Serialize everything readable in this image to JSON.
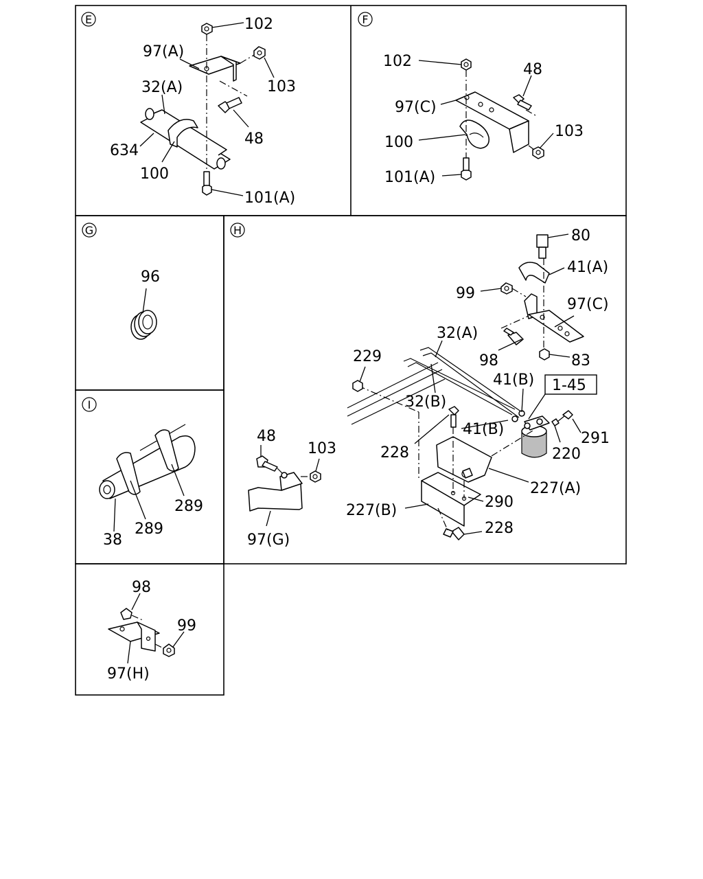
{
  "panels": {
    "E": {
      "letter": "E",
      "labels": {
        "p102": "102",
        "p97a": "97(A)",
        "p103": "103",
        "p32a": "32(A)",
        "p48": "48",
        "p634": "634",
        "p100": "100",
        "p101a": "101(A)"
      }
    },
    "F": {
      "letter": "F",
      "labels": {
        "p102": "102",
        "p48": "48",
        "p97c": "97(C)",
        "p103": "103",
        "p100": "100",
        "p101a": "101(A)"
      }
    },
    "G": {
      "letter": "G",
      "labels": {
        "p96": "96"
      }
    },
    "H": {
      "letter": "H",
      "ref_box": "1-45",
      "labels": {
        "p80": "80",
        "p41a": "41(A)",
        "p99": "99",
        "p97c": "97(C)",
        "p32a": "32(A)",
        "p98": "98",
        "p83": "83",
        "p229": "229",
        "p41b1": "41(B)",
        "p32b": "32(B)",
        "p41b2": "41(B)",
        "p291": "291",
        "p220": "220",
        "p228a": "228",
        "p48": "48",
        "p103": "103",
        "p227a": "227(A)",
        "p290": "290",
        "p227b": "227(B)",
        "p228b": "228",
        "p97g": "97(G)"
      }
    },
    "I": {
      "letter": "I",
      "labels": {
        "p289a": "289",
        "p289b": "289",
        "p38": "38"
      }
    },
    "J": {
      "labels": {
        "p98": "98",
        "p99": "99",
        "p97h": "97(H)"
      }
    }
  }
}
